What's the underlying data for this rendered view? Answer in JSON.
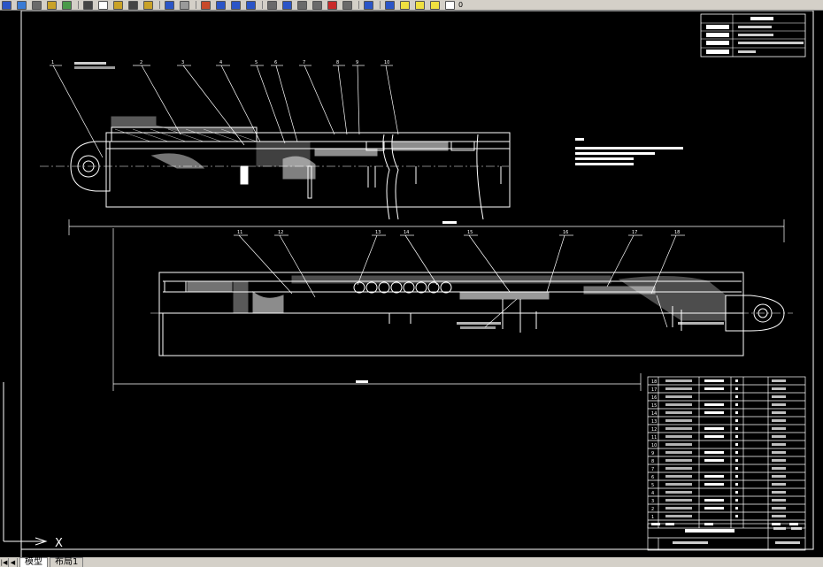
{
  "toolbar": {
    "buttons": [
      {
        "name": "save-icon",
        "color": "#2b55c7"
      },
      {
        "name": "publish-icon",
        "color": "#3a7bd5"
      },
      {
        "name": "plot-icon",
        "color": "#6a6a6a"
      },
      {
        "name": "preview-icon",
        "color": "#c9a227"
      },
      {
        "name": "3d-dwf-icon",
        "color": "#4a9a4a"
      },
      {
        "name": "cut-icon",
        "color": "#444444"
      },
      {
        "name": "copy-icon",
        "color": "#ffffff"
      },
      {
        "name": "paste-icon",
        "color": "#c9a227"
      },
      {
        "name": "match-properties-icon",
        "color": "#444444"
      },
      {
        "name": "block-editor-icon",
        "color": "#c9a227"
      },
      {
        "name": "undo-icon",
        "color": "#2b55c7"
      },
      {
        "name": "redo-icon",
        "color": "#9a9a9a"
      },
      {
        "name": "pan-icon",
        "color": "#c84a2a"
      },
      {
        "name": "zoom-realtime-icon",
        "color": "#2b55c7"
      },
      {
        "name": "zoom-window-icon",
        "color": "#2b55c7"
      },
      {
        "name": "zoom-previous-icon",
        "color": "#2b55c7"
      },
      {
        "name": "properties-icon",
        "color": "#6a6a6a"
      },
      {
        "name": "design-center-icon",
        "color": "#2b55c7"
      },
      {
        "name": "tool-palettes-icon",
        "color": "#6a6a6a"
      },
      {
        "name": "sheet-set-icon",
        "color": "#6a6a6a"
      },
      {
        "name": "markup-icon",
        "color": "#c82a2a"
      },
      {
        "name": "calculator-icon",
        "color": "#6a6a6a"
      },
      {
        "name": "help-icon",
        "color": "#2b55c7"
      },
      {
        "name": "layer-manager-icon",
        "color": "#2b55c7"
      },
      {
        "name": "light-bulb-icon",
        "color": "#f0e040"
      },
      {
        "name": "sun-icon",
        "color": "#f0e040"
      },
      {
        "name": "lock-icon",
        "color": "#f0e040"
      },
      {
        "name": "color-square-icon",
        "color": "#ffffff"
      }
    ],
    "layer_value": "0"
  },
  "drawing": {
    "part_labels_top": [
      "1",
      "2",
      "3",
      "4",
      "5",
      "6",
      "7",
      "8",
      "9",
      "10"
    ],
    "part_labels_bottom": [
      "11",
      "12",
      "13",
      "14",
      "15",
      "16",
      "17",
      "18"
    ],
    "dim_top": "2800",
    "dim_bottom": "2900",
    "spec_lines": 4,
    "tech_rows": 5,
    "parts_list": {
      "rows": [
        {
          "no": "18"
        },
        {
          "no": "17"
        },
        {
          "no": "16"
        },
        {
          "no": "15"
        },
        {
          "no": "14"
        },
        {
          "no": "13"
        },
        {
          "no": "12"
        },
        {
          "no": "11"
        },
        {
          "no": "10"
        },
        {
          "no": "9"
        },
        {
          "no": "8"
        },
        {
          "no": "7"
        },
        {
          "no": "6"
        },
        {
          "no": "5"
        },
        {
          "no": "4"
        },
        {
          "no": "3"
        },
        {
          "no": "2"
        },
        {
          "no": "1"
        }
      ]
    }
  },
  "ucs": {
    "x_label": "X"
  },
  "tabs": {
    "model": "模型",
    "layout1": "布局1"
  },
  "colors": {
    "background": "#000000",
    "lines": "#ffffff",
    "toolbar": "#d4d0c8"
  }
}
